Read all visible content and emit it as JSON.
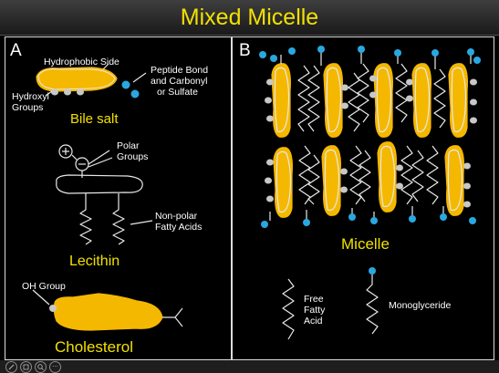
{
  "title": "Mixed Micelle",
  "panel_a": {
    "label": "A",
    "bile_salt": {
      "hydrophobic_side": "Hydrophobic Side",
      "peptide_bond": [
        "Peptide Bond",
        "and Carbonyl",
        "or Sulfate"
      ],
      "hydroxyl": [
        "Hydroxyl",
        "Groups"
      ],
      "name": "Bile salt"
    },
    "lecithin": {
      "polar": [
        "Polar",
        "Groups"
      ],
      "nonpolar": [
        "Non-polar",
        "Fatty Acids"
      ],
      "name": "Lecithin"
    },
    "cholesterol": {
      "oh_group": "OH Group",
      "name": "Cholesterol"
    }
  },
  "panel_b": {
    "label": "B",
    "micelle_label": "Micelle",
    "free_fatty_acid": [
      "Free",
      "Fatty",
      "Acid"
    ],
    "monoglyceride": "Monoglyceride"
  },
  "colors": {
    "title": "#f2e000",
    "bile_salt_body": "#f5b800",
    "polar_head": "#29a8e0",
    "hydroxyl": "#c8c8c8"
  },
  "toolbar": {
    "icons": [
      "pen-icon",
      "copy-icon",
      "zoom-icon",
      "more-icon"
    ],
    "more_glyph": "···"
  }
}
